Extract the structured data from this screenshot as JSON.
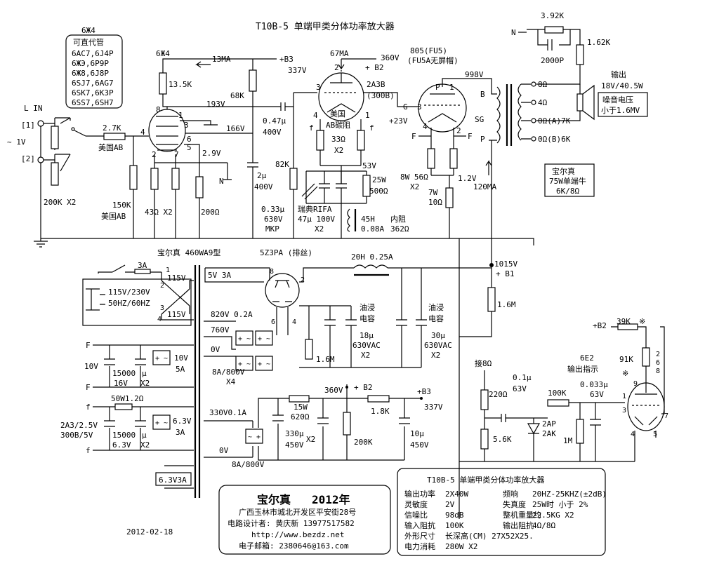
{
  "title": "T10B-5  单端甲类分体功率放大器",
  "power_tube_title": "805(FU5)",
  "power_tube_note": "(FU5A无屏帽)",
  "driver_tube": "2A3B",
  "driver_tube_alt": "(300B)",
  "input_tube": "6Ж4",
  "input_tube_label2": "6Ж4",
  "substitutes": {
    "heading": "6Ж4",
    "sub_heading": "可直代管",
    "lines": [
      "6AC7,6J4P",
      "6ЖЭ,6P9P",
      "6Ж8,6J8P",
      "6SJ7,6AG7",
      "6SK7,6K3P",
      "6SS7,6SH7"
    ]
  },
  "input": {
    "label": "L IN",
    "ch1": "[1]",
    "ch2": "[2]",
    "voltage": "~ 1V",
    "pot": "200K X2",
    "r_series": "2.7K",
    "r_series_brand": "美国AB",
    "r_grid": "150K",
    "r_grid_brand": "美国AB"
  },
  "stage1": {
    "r_plate": "13.5K",
    "current": "13MA",
    "b3": "+B3",
    "b3_v": "337V",
    "r_68k": "68K",
    "plate_v": "193V",
    "screen_v": "166V",
    "cathode_v": "2.9V",
    "r_cathode": "43Ω X2",
    "r_200": "200Ω",
    "n_label": "N",
    "pin8": "8",
    "pin1": "1",
    "pin3": "3",
    "pin4": "4",
    "pin2": "2",
    "pin7": "7",
    "pin6": "6",
    "pin5": "5",
    "cap_2u": "2μ",
    "cap_2u_v": "400V"
  },
  "coupling": {
    "cap": "0.47μ",
    "cap_v": "400V",
    "r_82k": "82K",
    "cap_033": "0.33μ",
    "cap_033_v": "630V",
    "cap_033_type": "MKP",
    "rifa": "瑞典RIFA",
    "rifa_val": "47μ 100V",
    "rifa_qty": "X2"
  },
  "driver": {
    "current": "67MA",
    "b2_v": "360V",
    "b2": "+ B2",
    "pin2": "2",
    "pin3": "3",
    "pin4": "4",
    "pin1": "1",
    "f": "f",
    "brand": "美国",
    "brand2": "AB碳阻",
    "r_33": "33Ω",
    "r_33_qty": "X2",
    "v_53": "53V",
    "r_25w": "25W",
    "r_500": "500Ω",
    "choke": "45H",
    "choke_i": "0.08A",
    "choke_r_label": "内阻",
    "choke_r": "362Ω"
  },
  "power": {
    "plate_v": "998V",
    "grid_label": "G",
    "grid_pin": "3",
    "grid_v": "+23V",
    "p_label": "P",
    "f": "F",
    "pin1": "1",
    "pin2": "2",
    "pin4": "4",
    "r_56": "8W 56Ω",
    "r_56_qty": "X2",
    "v_12": "1.2V",
    "r_10": "7W",
    "r_10b": "10Ω",
    "current": "120MA"
  },
  "output": {
    "b": "B",
    "sg": "SG",
    "p": "P",
    "t8": "8Ω",
    "t4": "4Ω",
    "t0a": "0Ω(A)7K",
    "t0b": "0Ω(B)6K",
    "fb_r": "3.92K",
    "fb_c": "2000P",
    "fb_r2": "1.62K",
    "n": "N",
    "out_label": "输出",
    "out_power": "18V/40.5W",
    "noise1": "噪音电压",
    "noise2": "小于1.6MV",
    "xfmr1": "宝尔真",
    "xfmr2": "75W单端牛",
    "xfmr3": "6K/8Ω"
  },
  "supply": {
    "transformer": "宝尔真 460WA9型",
    "rect": "5Z3PA (排丝)",
    "fuse": "3A",
    "pin1": "1",
    "pin2": "2",
    "pin3": "3",
    "pin4": "4",
    "v115a": "115V",
    "v115b": "115V",
    "mains": "115V/230V",
    "freq": "50HZ/60HZ",
    "w5v": "5V 3A",
    "w820": "820V 0.2A",
    "w760": "760V",
    "w0v": "0V",
    "diodes": "8A/800V",
    "diodes_qty": "X4",
    "rect_pin8": "8",
    "rect_pin2": "2",
    "rect_pin6": "6",
    "rect_pin4": "4",
    "choke": "20H 0.25A",
    "oil1": "油浸",
    "oil1b": "电容",
    "oil2": "油浸",
    "oil2b": "电容",
    "c18": "18μ",
    "c18v": "630VAC",
    "c18q": "X2",
    "r16m": "1.6M",
    "c30": "30μ",
    "c30v": "630VAC",
    "c30q": "X2",
    "b1_v": "1015V",
    "b1": "+ B1",
    "r16m_b": "1.6M",
    "f": "F",
    "w10v": "10V",
    "w10v_cap": "15000",
    "w10v_cap_u": "μ",
    "w10v_cap_v": "16V",
    "w10v_cap_q": "X2",
    "w10v_out": "10V",
    "w10v_i": "5A",
    "fs": "f",
    "r50w": "50W1.2Ω",
    "w2a3": "2A3/2.5V",
    "w300b": "300B/5V",
    "w63_cap": "15000",
    "w63_cap_u": "μ",
    "w63_cap_v": "6.3V",
    "w63_cap_q": "X2",
    "w63_out": "6.3V",
    "w63_i": "3A",
    "w63_3a": "6.3V3A",
    "w330": "330V0.1A",
    "w330_0v": "0V",
    "diodes2": "8A/800V",
    "r15w": "15W",
    "r620": "620Ω",
    "c330": "330μ",
    "c330v": "450V",
    "c330q": "X2",
    "v360": "360V",
    "b2": "+ B2",
    "r18k": "1.8K",
    "b3": "+B3",
    "b3v": "337V",
    "r200k": "200K",
    "c10": "10μ",
    "c10v": "450V"
  },
  "indicator": {
    "tap": "接8Ω",
    "r220": "220Ω",
    "r56k": "5.6K",
    "c01": "0.1μ",
    "c01v": "63V",
    "r100k": "100K",
    "diode": "2AP",
    "diode2": "2AK",
    "r1m": "1M",
    "c033": "0.033μ",
    "c033v": "63V",
    "tube": "6E2",
    "tube_label": "输出指示",
    "b2": "+B2",
    "r39k": "39K",
    "star": "※",
    "r91k": "91K",
    "star2": "※",
    "pins": [
      "9",
      "1",
      "3",
      "4",
      "5",
      "7",
      "2",
      "6",
      "8"
    ]
  },
  "credit": {
    "brand": "宝尔真",
    "year": "2012年",
    "address": "广西玉林市城北开发区平安街28号",
    "designer": "电路设计者: 黄庆新  13977517582",
    "url": "http://www.bezdz.net",
    "email": "电子邮箱: 2380646@163.com"
  },
  "date": "2012-02-18",
  "specs": {
    "title": "T10B-5  单端甲类分体功率放大器",
    "rows": [
      [
        "输出功率",
        "2X40W",
        "频响",
        "20HZ-25KHZ(±2dB)"
      ],
      [
        "灵敏度",
        "2V",
        "失真度",
        "25W时 小于 2%"
      ],
      [
        "信噪比",
        "98dB",
        "整机重量约",
        "22.5KG X2"
      ],
      [
        "输入阻抗",
        "100K",
        "输出阻抗",
        "4Ω/8Ω"
      ],
      [
        "外形尺寸",
        "长深高(CM) 27X52X25.",
        "",
        ""
      ],
      [
        "电力消耗",
        "280W X2",
        "",
        ""
      ]
    ]
  }
}
